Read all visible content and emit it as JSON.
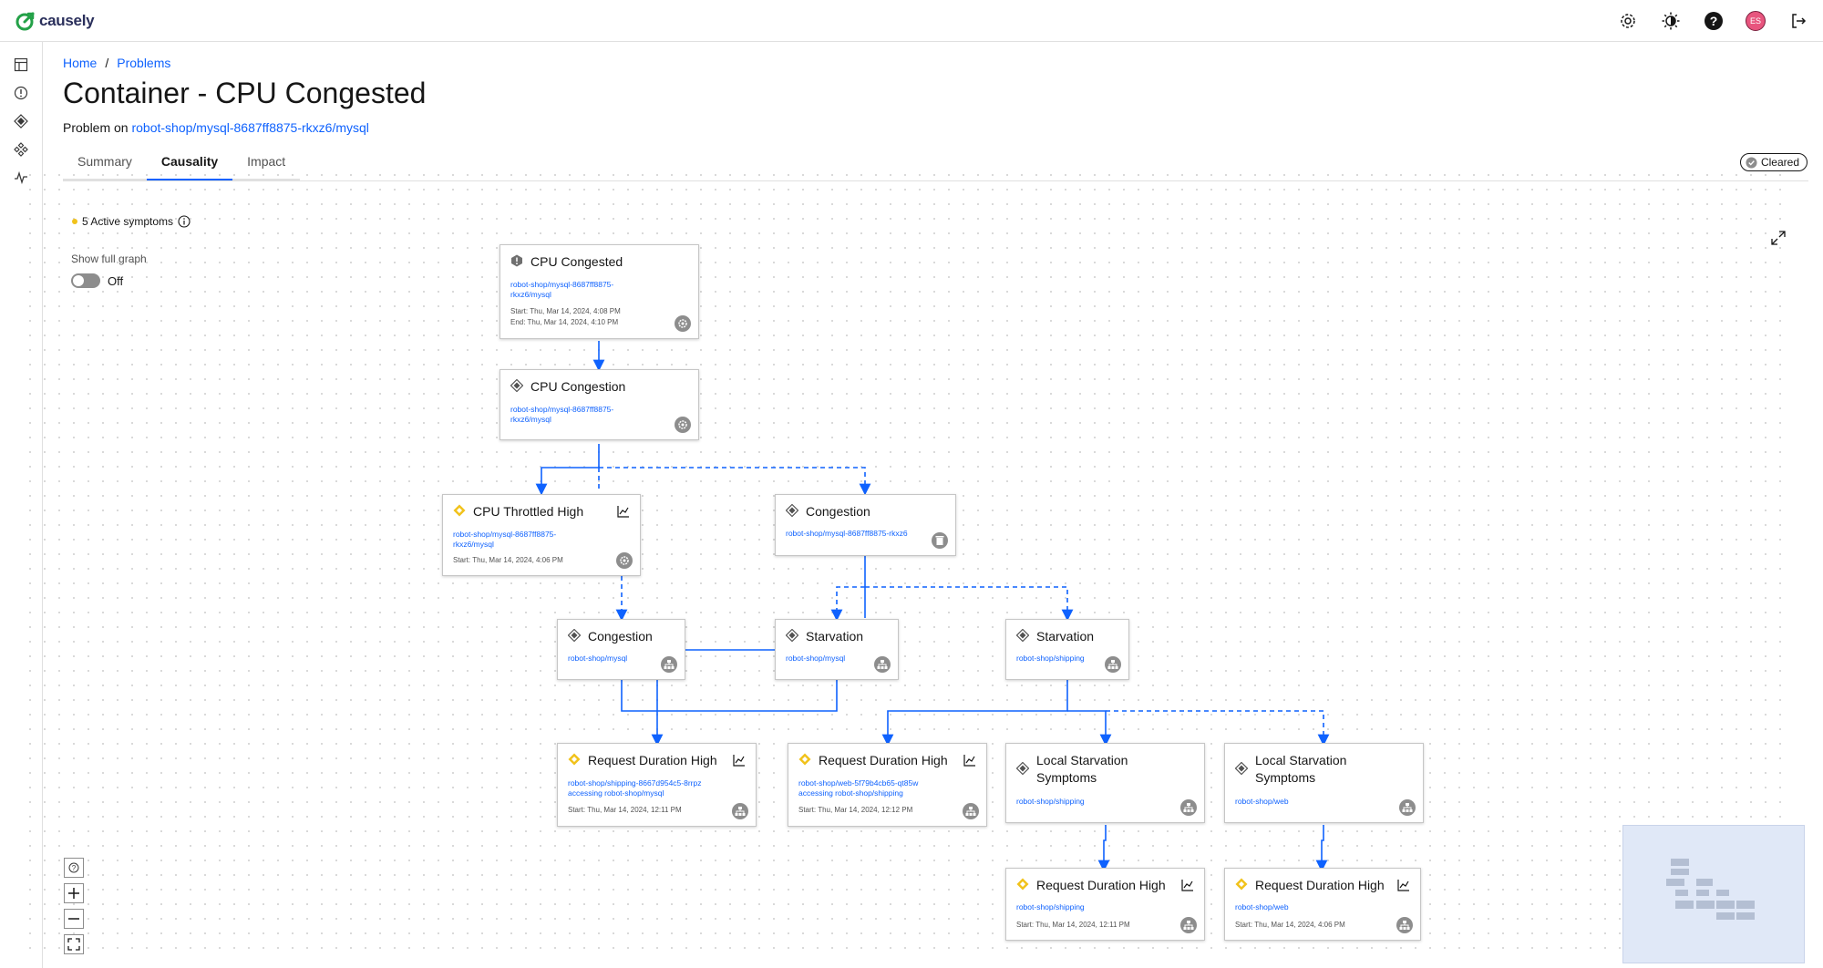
{
  "app": {
    "logo_text": "causely"
  },
  "topbar": {
    "avatar_initials": "ES"
  },
  "breadcrumb": {
    "home": "Home",
    "problems": "Problems",
    "separator": "/"
  },
  "page": {
    "title": "Container - CPU Congested",
    "problem_prefix": "Problem on",
    "problem_entity": "robot-shop/mysql-8687ff8875-rkxz6/mysql"
  },
  "tabs": [
    {
      "label": "Summary"
    },
    {
      "label": "Causality"
    },
    {
      "label": "Impact"
    }
  ],
  "status_badge": "Cleared",
  "graph": {
    "active_symptoms": "5 Active symptoms",
    "show_full_graph_label": "Show full graph",
    "toggle_state": "Off",
    "nodes": [
      {
        "id": "n1",
        "title": "CPU Congested",
        "link": "robot-shop/mysql-8687ff8875-rkxz6/mysql",
        "start": "Start: Thu, Mar 14, 2024, 4:08 PM",
        "end": "End: Thu, Mar 14, 2024, 4:10 PM"
      },
      {
        "id": "n2",
        "title": "CPU Congestion",
        "link": "robot-shop/mysql-8687ff8875-rkxz6/mysql"
      },
      {
        "id": "n3",
        "title": "CPU Throttled High",
        "link": "robot-shop/mysql-8687ff8875-rkxz6/mysql",
        "start": "Start: Thu, Mar 14, 2024, 4:06 PM"
      },
      {
        "id": "n4",
        "title": "Congestion",
        "link": "robot-shop/mysql-8687ff8875-rkxz6"
      },
      {
        "id": "n5",
        "title": "Congestion",
        "link": "robot-shop/mysql"
      },
      {
        "id": "n6",
        "title": "Starvation",
        "link": "robot-shop/mysql"
      },
      {
        "id": "n7",
        "title": "Starvation",
        "link": "robot-shop/shipping"
      },
      {
        "id": "n8",
        "title": "Request Duration High",
        "link": "robot-shop/shipping-8667d954c5-8rrpz accessing robot-shop/mysql",
        "start": "Start: Thu, Mar 14, 2024, 12:11 PM"
      },
      {
        "id": "n9",
        "title": "Request Duration High",
        "link": "robot-shop/web-5f79b4cb65-qt85w accessing robot-shop/shipping",
        "start": "Start: Thu, Mar 14, 2024, 12:12 PM"
      },
      {
        "id": "n10",
        "title": "Local Starvation Symptoms",
        "link": "robot-shop/shipping"
      },
      {
        "id": "n11",
        "title": "Local Starvation Symptoms",
        "link": "robot-shop/web"
      },
      {
        "id": "n12",
        "title": "Request Duration High",
        "link": "robot-shop/shipping",
        "start": "Start: Thu, Mar 14, 2024, 12:11 PM"
      },
      {
        "id": "n13",
        "title": "Request Duration High",
        "link": "robot-shop/web",
        "start": "Start: Thu, Mar 14, 2024, 4:06 PM"
      }
    ]
  },
  "colors": {
    "accent": "#0f62fe",
    "symptom": "#f1c21b",
    "text": "#161616",
    "edge": "#0043ce"
  }
}
